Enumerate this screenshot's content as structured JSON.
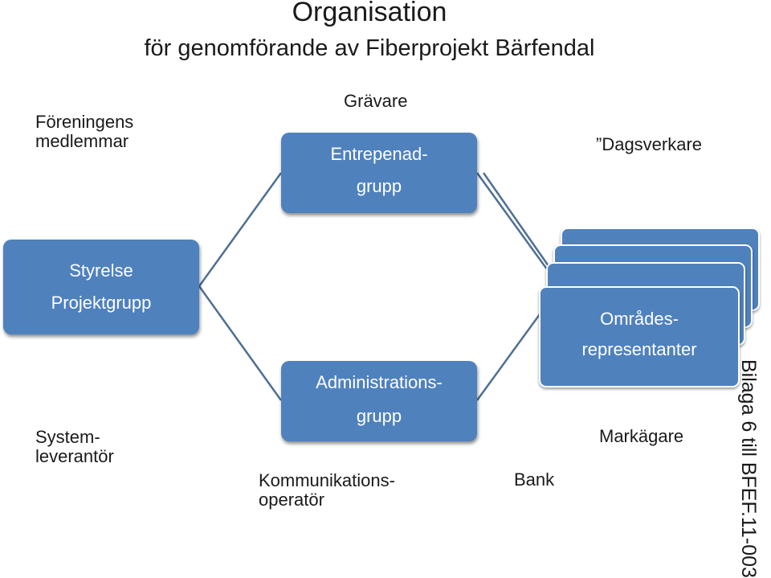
{
  "title": "Organisation",
  "subtitle": "för genomförande av Fiberprojekt Bärfendal",
  "labels": {
    "members": [
      "Föreningens",
      "medlemmar"
    ],
    "diggers": "Grävare",
    "daywork": "”Dagsverkare",
    "system_supplier": [
      "System-",
      "leverantör"
    ],
    "comm_operator": [
      "Kommunikations-",
      "operatör"
    ],
    "bank": "Bank",
    "landowner": "Markägare"
  },
  "boxes": {
    "board": [
      "Styrelse",
      "Projektgrupp"
    ],
    "contractor": [
      "Entrepenad-",
      "grupp"
    ],
    "admin": [
      "Administrations-",
      "grupp"
    ],
    "area_reps": [
      "Områdes-",
      "representanter"
    ]
  },
  "side_note": "Bilaga 6 till BFEF.11-003",
  "colors": {
    "box_fill": "#4f81bd",
    "connector": "#4f6f94",
    "box_text": "#ffffff"
  }
}
